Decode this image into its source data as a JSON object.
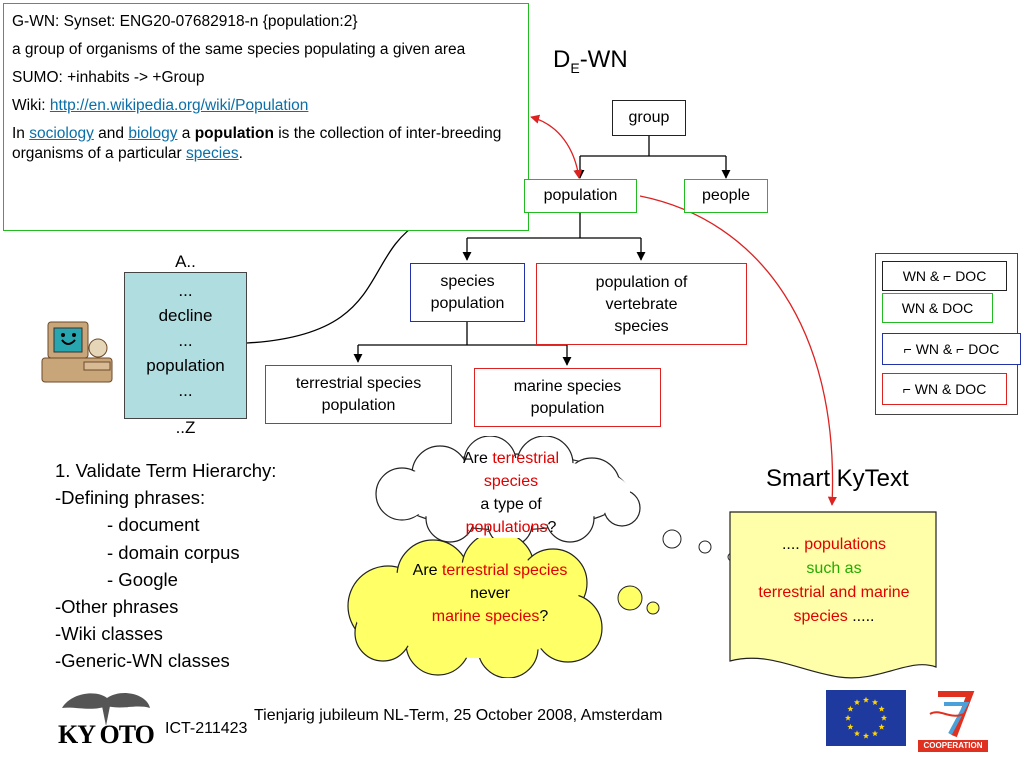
{
  "synset": {
    "header": "G-WN: Synset: ENG20-07682918-n {population:2}",
    "gloss": "a group of organisms of the same species populating a given area",
    "sumo": "SUMO: +inhabits -> +Group",
    "wiki_prefix": "Wiki: ",
    "wiki_link": "http://en.wikipedia.org/wiki/Population",
    "def_in": "In ",
    "def_link1": "sociology",
    "def_and": " and ",
    "def_link2": "biology",
    "def_a": " a ",
    "def_bold": "population",
    "def_rest": " is the collection of inter-breeding organisms of a particular ",
    "def_link3": "species",
    "def_end": "."
  },
  "title_de": {
    "main": "D",
    "sub": "E",
    "suffix": "-WN"
  },
  "tree": {
    "group": "group",
    "population": "population",
    "people": "people",
    "species_population": "species population",
    "vertebrate": "population of vertebrate species",
    "terrestrial": "terrestrial species population",
    "marine": "marine species population"
  },
  "term_list": {
    "top": "A..",
    "dots1": "...",
    "decline": "decline",
    "dots2": "...",
    "population": "population",
    "dots3": "...",
    "bottom": "..Z"
  },
  "legend": [
    {
      "label": "WN & ⌐ DOC",
      "color": "#222222"
    },
    {
      "label": "WN & DOC",
      "color": "#22bb22"
    },
    {
      "label": "⌐ WN & ⌐ DOC",
      "color": "#2233aa"
    },
    {
      "label": "⌐ WN & DOC",
      "color": "#dd2222"
    }
  ],
  "validate": {
    "title": "1. Validate Term Hierarchy:",
    "defining": "-Defining phrases:",
    "document": "- document",
    "domain": "- domain corpus",
    "google": "- Google",
    "other": "-Other phrases",
    "wiki": "-Wiki classes",
    "generic": "-Generic-WN classes"
  },
  "cloud1": {
    "are": "Are ",
    "red1": "terrestrial species",
    "mid": "a type of",
    "red2": "populations",
    "q": "?"
  },
  "cloud2": {
    "are": "Are ",
    "red1": "terrestrial species",
    "mid": "never",
    "red2": "marine species",
    "q": "?"
  },
  "smart": {
    "title": "Smart KyText",
    "pre": ".... ",
    "red1": "populations",
    "green": "such as",
    "red2": "terrestrial and marine species",
    "post": " ....."
  },
  "footer": {
    "ict": "ICT-211423",
    "event": "Tienjarig jubileum NL-Term, 25 October 2008, Amsterdam",
    "logo_text": "KY OTO",
    "coop": "COOPERATION"
  },
  "colors": {
    "green": "#22bb22",
    "blue": "#2233aa",
    "red": "#dd2222",
    "note": "#ffffaa",
    "cloud_yellow": "#ffff66",
    "term_box": "#b0dde0"
  }
}
